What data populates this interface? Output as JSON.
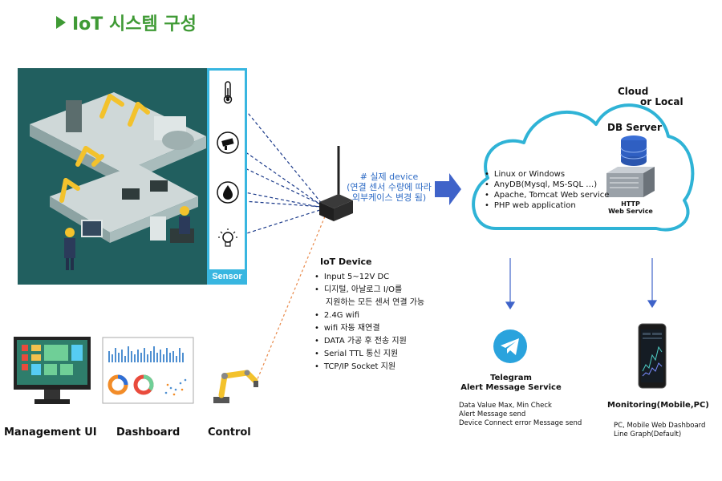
{
  "title": "IoT 시스템 구성",
  "sensor_panel": {
    "label": "Sensor",
    "icons": [
      "thermometer-icon",
      "camera-icon",
      "water-drop-icon",
      "lightbulb-icon"
    ]
  },
  "device": {
    "caption_line1": "# 실제 device",
    "caption_line2": "(연결 센서 수량에 따라",
    "caption_line3": "외부케이스 변경 됨)"
  },
  "iot_device": {
    "title": "IoT Device",
    "items": [
      "Input 5~12V DC",
      "디지털, 아날로그 I/O를",
      "지원하는 모든 센서 연결 가능",
      "2.4G wifi",
      "wifi 자동 재연결",
      "DATA 가공 후 전송 지원",
      "Serial TTL 통신 지원",
      "TCP/IP Socket 지원"
    ]
  },
  "cloud": {
    "title_line1": "Cloud",
    "title_line2": "or Local",
    "db_server": "DB Server",
    "items": [
      "Linux or Windows",
      "AnyDB(Mysql, MS-SQL …)",
      "Apache, Tomcat Web service",
      "PHP web application"
    ],
    "http_line1": "HTTP",
    "http_line2": "Web Service"
  },
  "bottom_left": {
    "management": "Management UI",
    "dashboard": "Dashboard",
    "control": "Control"
  },
  "telegram": {
    "title_line1": "Telegram",
    "title_line2": "Alert Message Service",
    "items": [
      "Data Value Max, Min Check",
      "Alert Message send",
      "Device Connect error Message send"
    ]
  },
  "monitoring": {
    "title": "Monitoring(Mobile,PC)",
    "items": [
      "PC, Mobile Web Dashboard",
      "Line Graph(Default)"
    ]
  },
  "colors": {
    "title_green": "#3f9a35",
    "sensor_blue": "#38b6e0",
    "caption_blue": "#2f6cc5",
    "cloud_stroke": "#2fb3d6",
    "dashed_blue": "#1b3a8a",
    "dashed_orange": "#e8894a",
    "arrow_blue": "#3f63c9"
  }
}
